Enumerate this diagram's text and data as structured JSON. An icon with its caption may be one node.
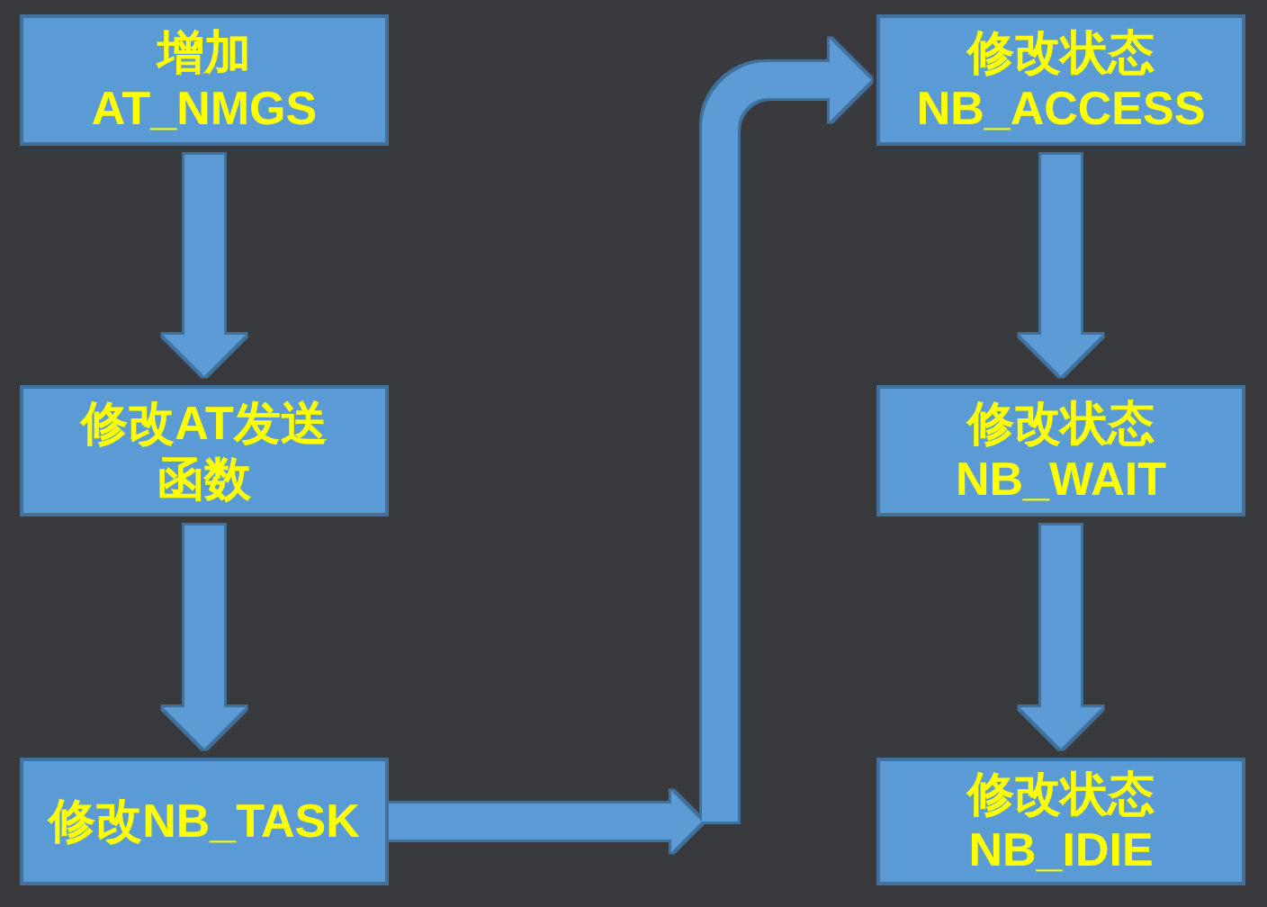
{
  "diagram": {
    "nodes": [
      {
        "text": [
          "增加AT_NMGS"
        ]
      },
      {
        "text": [
          "修改AT发送函数"
        ]
      },
      {
        "text": [
          "修改NB_TASK"
        ]
      },
      {
        "text": [
          "修改状态NB_ACCESS"
        ]
      },
      {
        "text": [
          "修改状态NB_WAIT"
        ]
      },
      {
        "text": [
          "修改状态NB_IDIE"
        ]
      }
    ],
    "edges": [
      {
        "from": 0,
        "to": 1,
        "arrow": "to"
      },
      {
        "from": 1,
        "to": 2,
        "arrow": "to"
      },
      {
        "from": 2,
        "to": 3,
        "arrow": "to"
      },
      {
        "from": 3,
        "to": 4,
        "arrow": "to"
      },
      {
        "from": 4,
        "to": 5,
        "arrow": "to"
      }
    ]
  }
}
